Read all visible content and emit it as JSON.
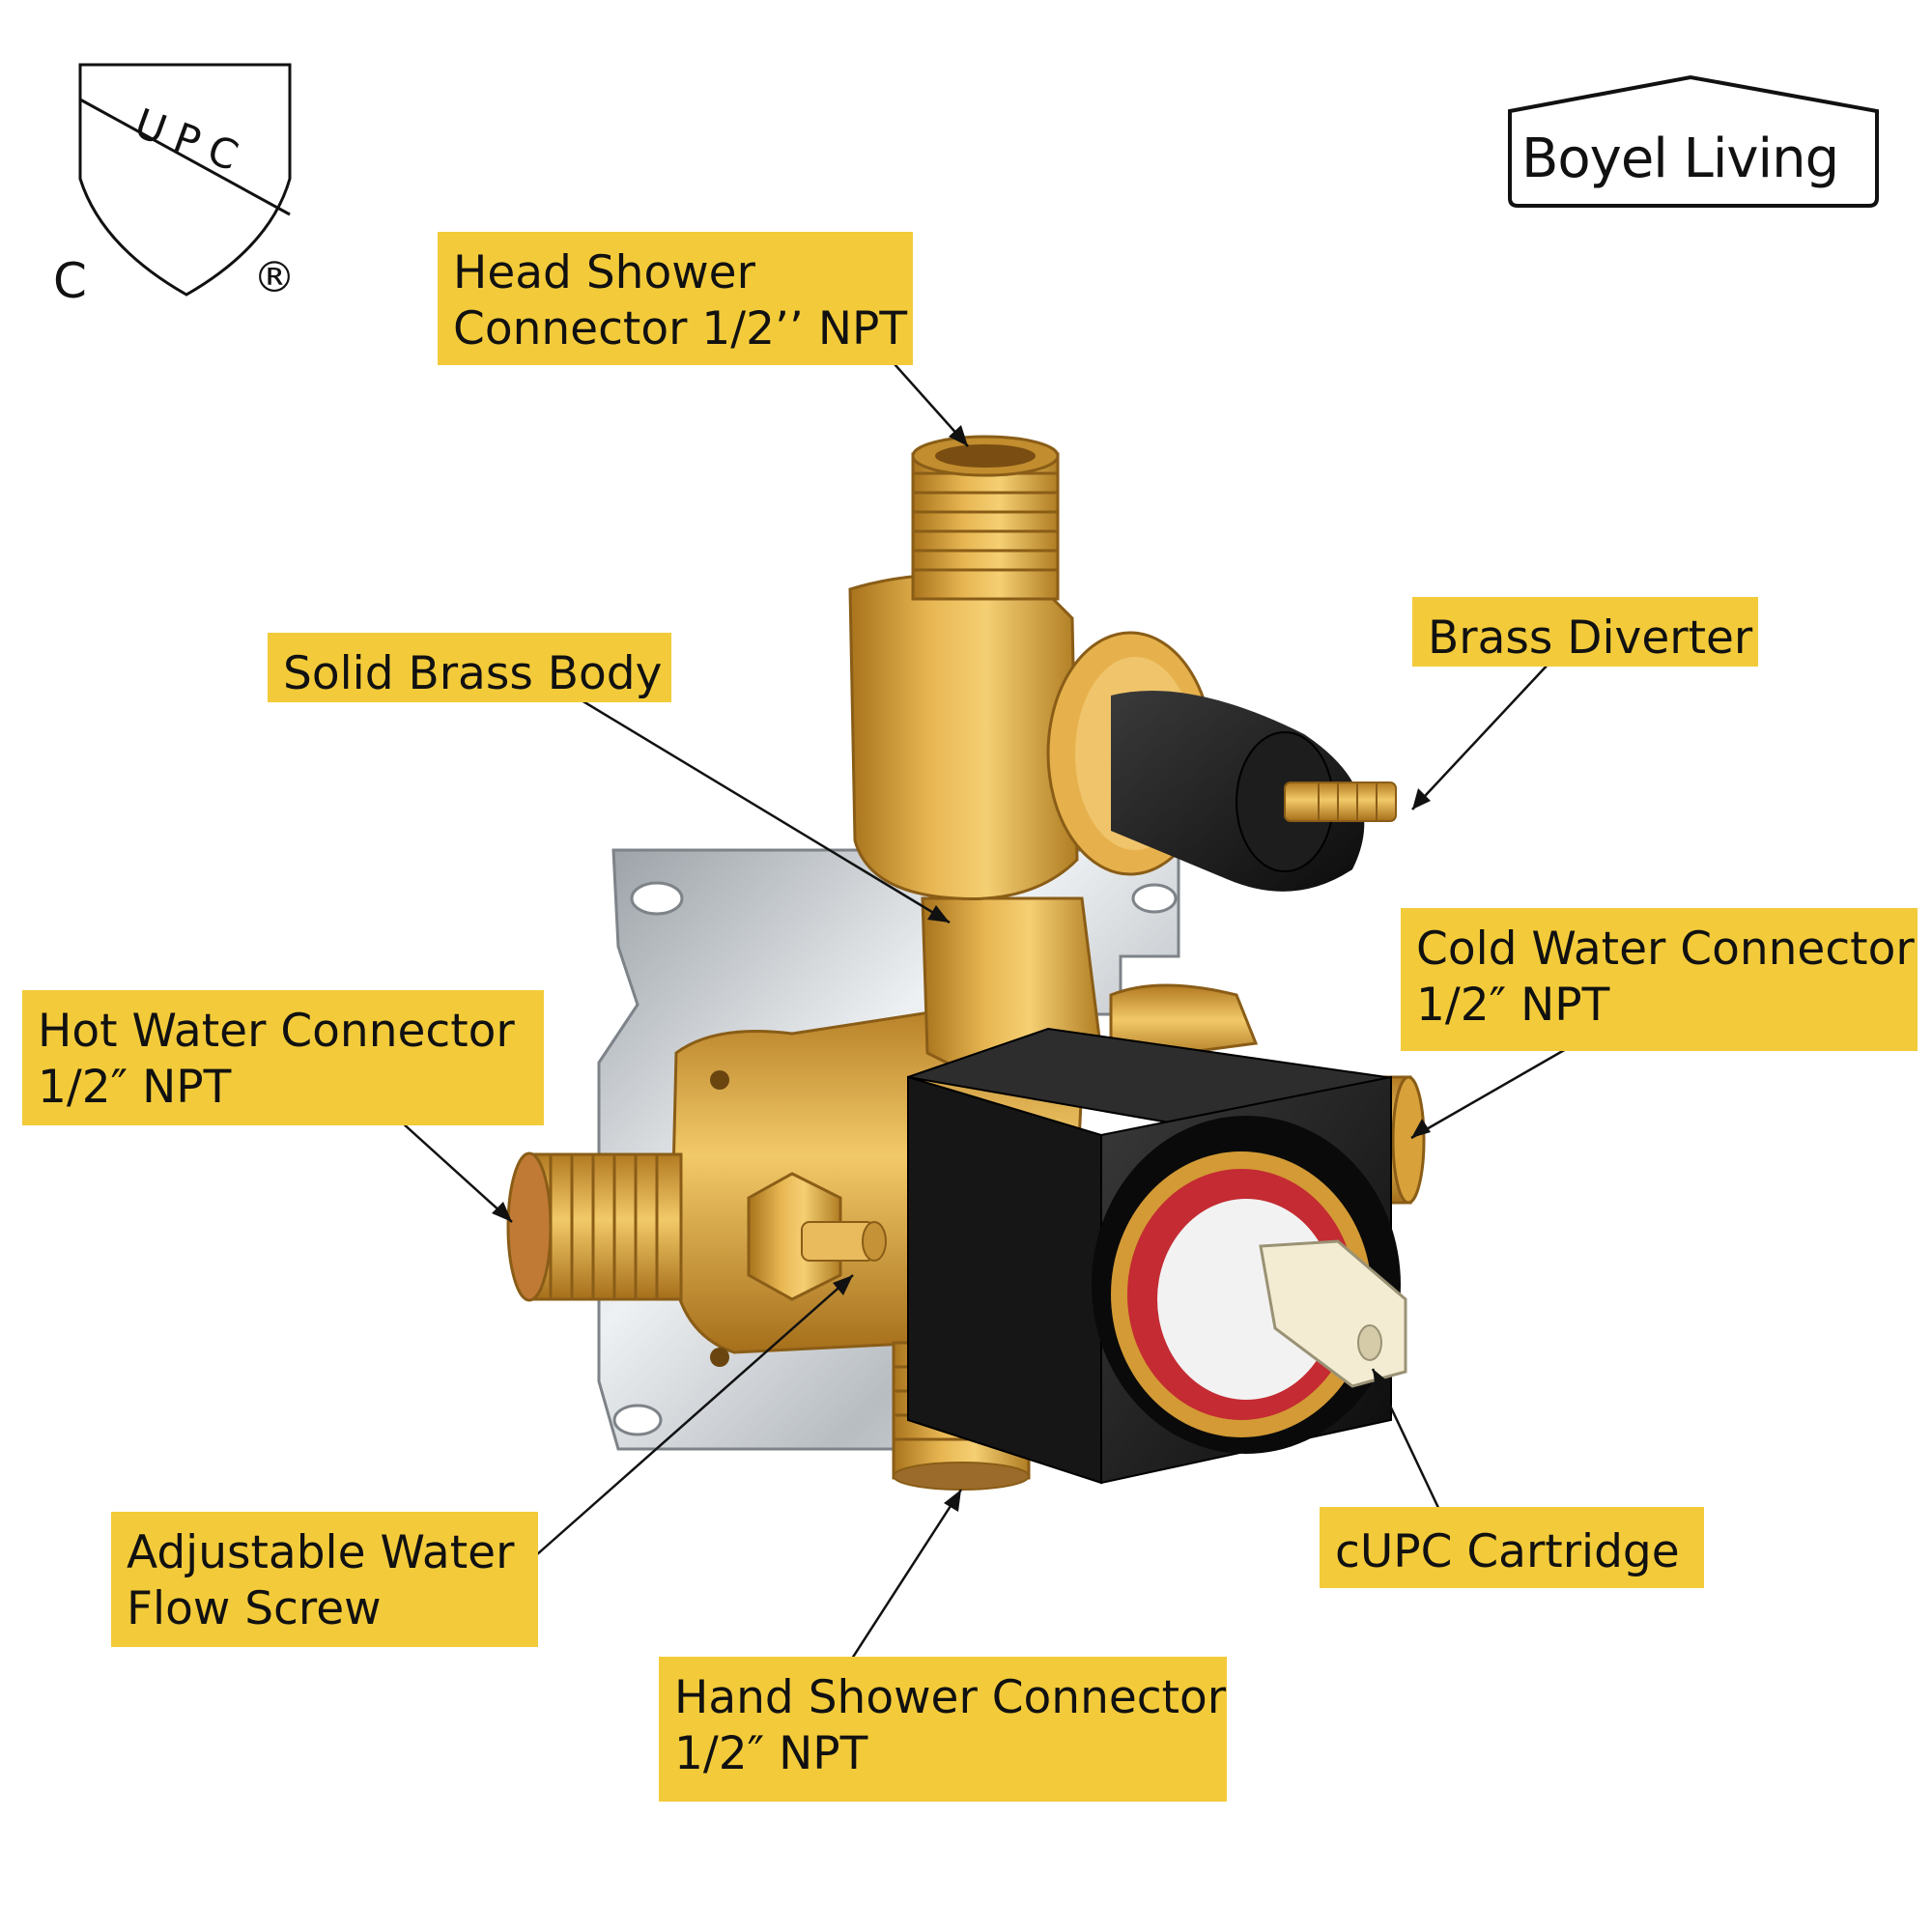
{
  "certification_mark": {
    "text": "UPC",
    "prefix": "C",
    "registered": "®"
  },
  "brand": {
    "name": "Boyel Living"
  },
  "callouts": {
    "head_shower": [
      "Head Shower",
      "Connector 1/2’’ NPT"
    ],
    "brass_diverter": [
      "Brass Diverter"
    ],
    "solid_brass_body": [
      "Solid Brass Body"
    ],
    "cold_water": [
      "Cold Water Connector",
      "1/2″ NPT"
    ],
    "hot_water": [
      "Hot Water Connector",
      "1/2″ NPT"
    ],
    "adjustable_screw": [
      "Adjustable Water",
      "Flow Screw"
    ],
    "cartridge": [
      "cUPC Cartridge"
    ],
    "hand_shower": [
      "Hand Shower Connector",
      "1/2″ NPT"
    ]
  },
  "colors": {
    "label_bg": "#f3cb3a",
    "brass": "#d9a13a",
    "black_trim": "#1b1b1b",
    "plate": "#c9cdd1"
  }
}
